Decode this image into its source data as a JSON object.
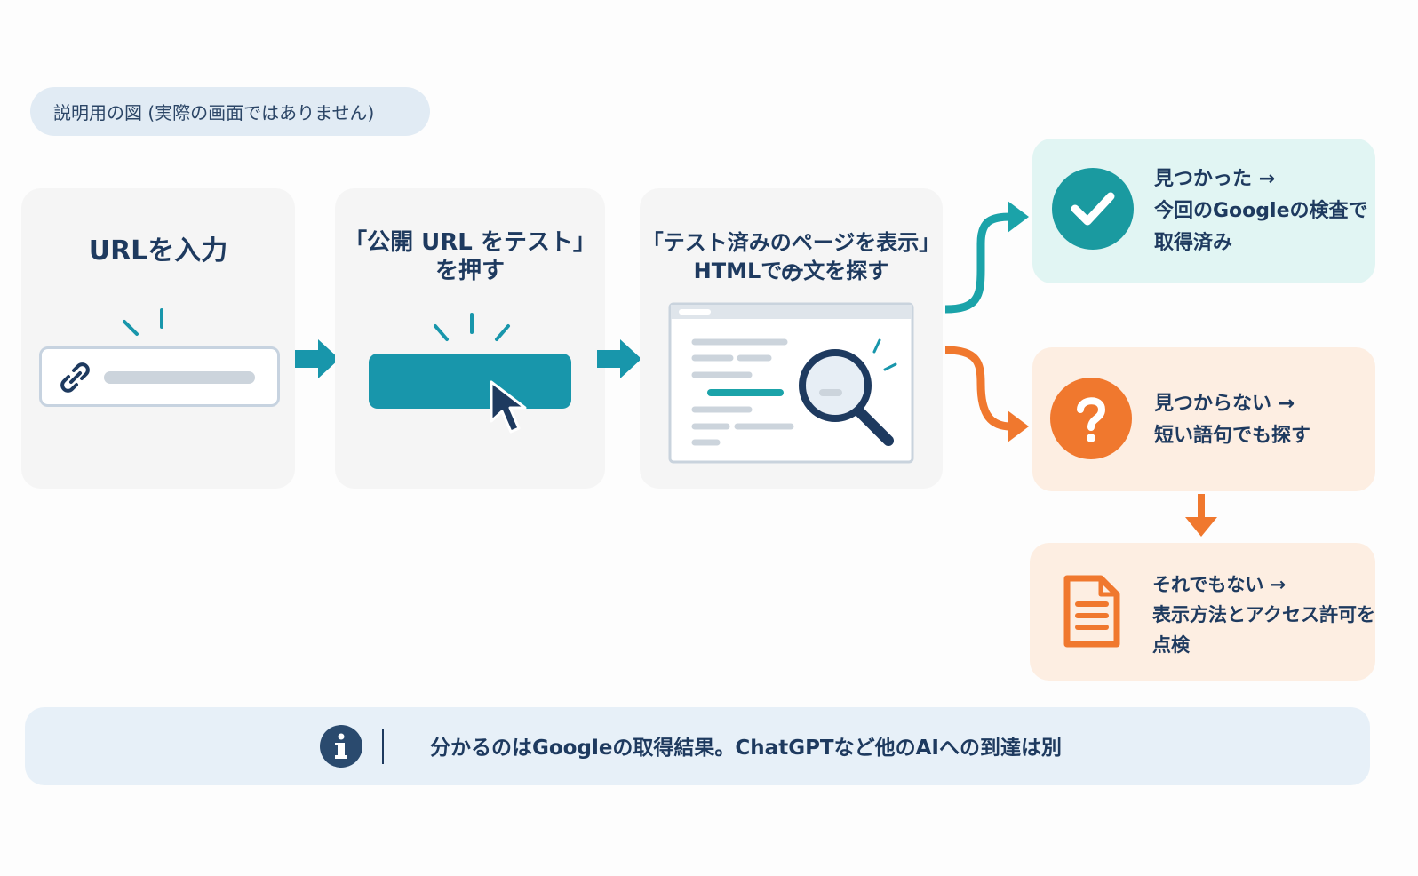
{
  "label": "説明用の図 (実際の画面ではありません)",
  "steps": [
    {
      "title": "URLを入力"
    },
    {
      "title_line1": "「公開 URL をテスト」",
      "title_line2": "を押す"
    },
    {
      "title_line1": "「テスト済みのページを表示」の",
      "title_line2": "HTMLで一文を探す"
    }
  ],
  "results": {
    "found": {
      "line1": "見つかった →",
      "line2": "今回のGoogleの検査で",
      "line3": "取得済み"
    },
    "not_found": {
      "line1": "見つからない →",
      "line2": "短い語句でも探す"
    },
    "still_not": {
      "line1": "それでもない →",
      "line2": "表示方法とアクセス許可を",
      "line3": "点検"
    }
  },
  "note": {
    "text": "分かるのはGoogleの取得結果。ChatGPTなど他のAIへの到達は別"
  },
  "colors": {
    "teal": "#1896ab",
    "navy": "#1e3a5f",
    "orange": "#f0782e",
    "green_bg": "#e1f5f3",
    "orange_bg": "#fdeee2"
  },
  "icons": [
    "link-icon",
    "cursor-icon",
    "magnifier-icon",
    "check-icon",
    "question-icon",
    "document-icon",
    "info-icon"
  ]
}
